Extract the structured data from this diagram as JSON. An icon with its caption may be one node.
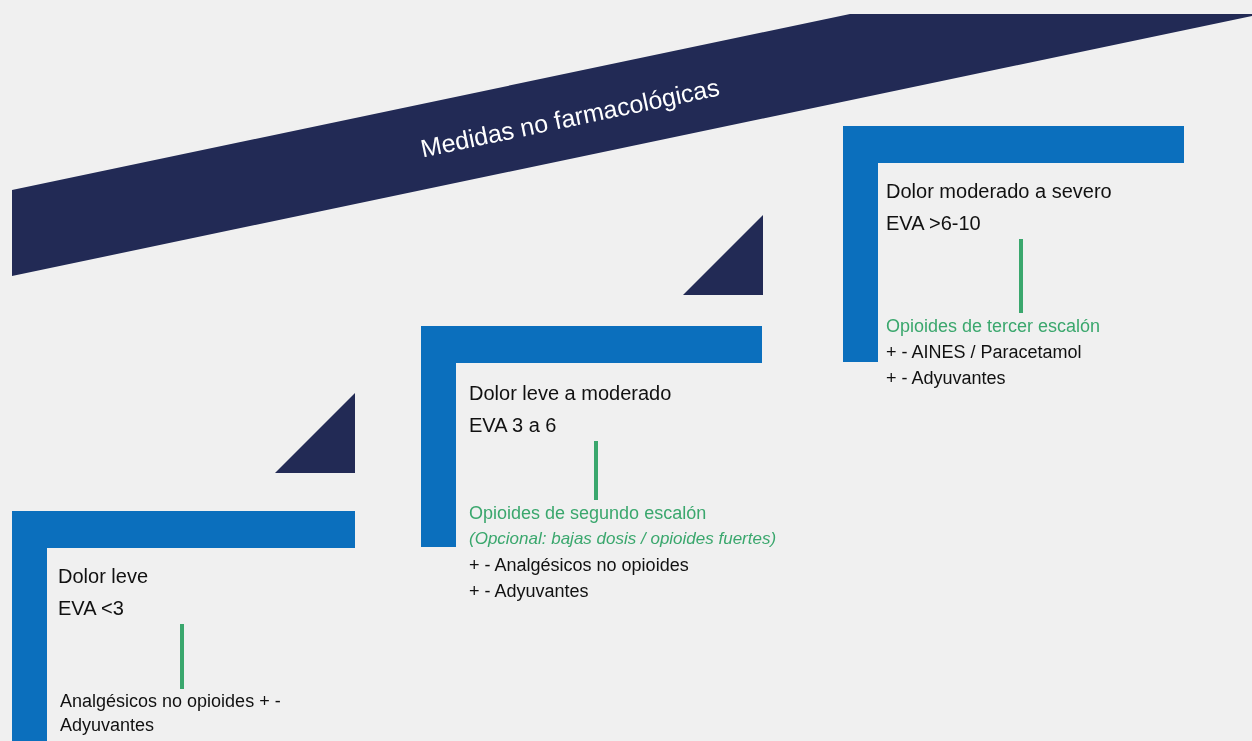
{
  "diagram": {
    "nodes": [
      {
        "text": [
          "Medidas no farmacológicas"
        ]
      },
      {
        "text": [
          "Dolor leve",
          "EVA <3"
        ]
      },
      {
        "text": [
          "Analgésicos no opioides + - Adyuvantes"
        ]
      },
      {
        "text": [
          "Dolor leve a moderado",
          "EVA 3 a 6"
        ]
      },
      {
        "text": [
          "Opioides de segundo escalón",
          "(Opcional: bajas dosis / opioides fuertes)",
          "+ - Analgésicos no opioides",
          "+ - Adyuvantes"
        ]
      },
      {
        "text": [
          "Dolor moderado a severo",
          "EVA >6-10"
        ]
      },
      {
        "text": [
          "Opioides de tercer escalón",
          "+ - AINES / Paracetamol",
          "+ - Adyuvantes"
        ]
      },
      {
        "text": [],
        "shape": "triangle"
      },
      {
        "text": [],
        "shape": "triangle"
      }
    ],
    "edges": [
      {
        "from": 1,
        "to": 2,
        "arrow": "none"
      },
      {
        "from": 3,
        "to": 4,
        "arrow": "none"
      },
      {
        "from": 5,
        "to": 6,
        "arrow": "none"
      }
    ]
  }
}
